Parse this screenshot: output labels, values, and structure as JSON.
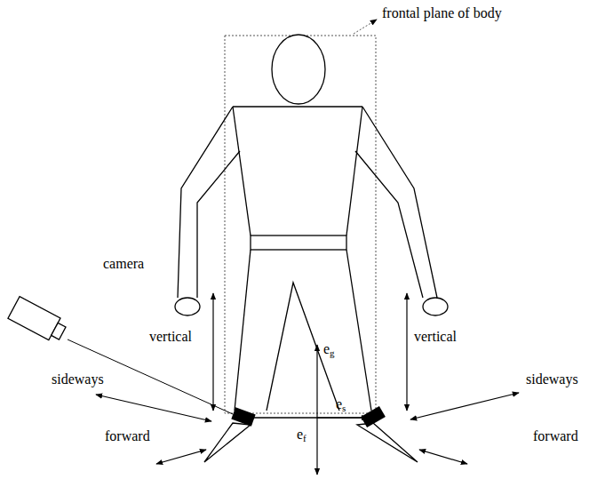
{
  "diagram": {
    "labels": [
      "frontal plane of body",
      "camera",
      "vertical",
      "vertical",
      "sideways",
      "sideways",
      "forward",
      "forward",
      "eg",
      "es",
      "ef"
    ]
  }
}
